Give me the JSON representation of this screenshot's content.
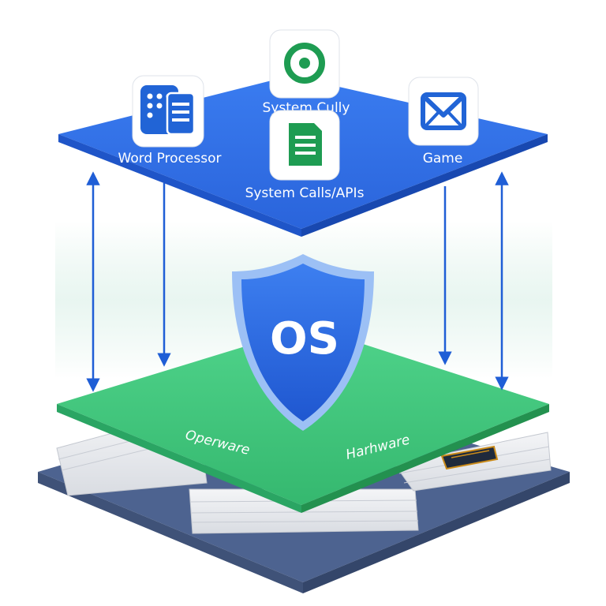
{
  "applications": {
    "word_processor_label": "Word Processor",
    "system_calls_top_label": "System Cully",
    "system_calls_apis_label": "System Calls/APIs",
    "game_label": "Game",
    "icons": {
      "word_processor": "keypad-document-icon",
      "system_calls_top": "target-ring-icon",
      "system_calls_apis": "document-list-icon",
      "game": "envelope-icon"
    }
  },
  "kernel": {
    "os_label": "OS",
    "icon": "shield-icon"
  },
  "hardware": {
    "left_label": "Operware",
    "right_label": "Harhware",
    "icon": "chip-icon"
  },
  "colors": {
    "app_layer": "#2f6fe4",
    "app_layer_edge": "#1f55c8",
    "hardware_layer": "#3ec27a",
    "hardware_layer_edge": "#2aa563",
    "base_layer": "#4d6390",
    "shield": "#2a6be0",
    "arrow": "#1f5ed6",
    "icon_green": "#1e9c52",
    "icon_blue": "#2164d6"
  }
}
